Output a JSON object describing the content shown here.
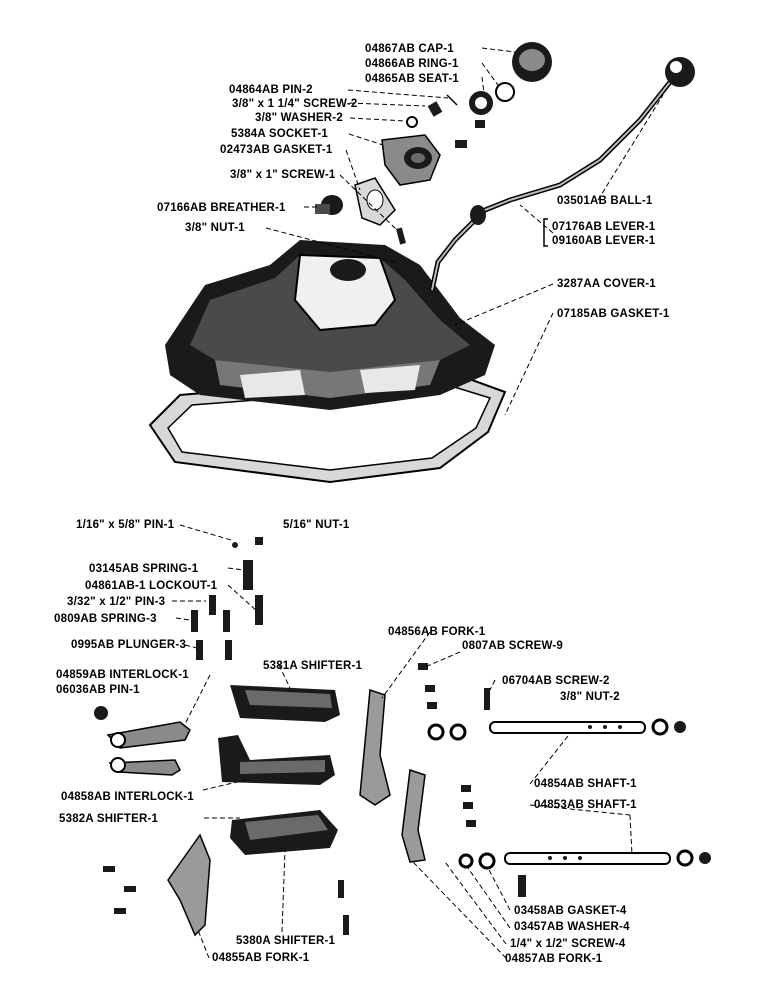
{
  "labels": {
    "cap": "04867AB CAP-1",
    "ring": "04866AB RING-1",
    "seat": "04865AB SEAT-1",
    "pin2": "04864AB PIN-2",
    "screw_3_8x1_1_4": "3/8\" x 1 1/4\" SCREW-2",
    "washer_3_8": "3/8\" WASHER-2",
    "socket": "5384A SOCKET-1",
    "gasket_socket": "02473AB GASKET-1",
    "screw_3_8x1": "3/8\" x 1\" SCREW-1",
    "breather": "07166AB BREATHER-1",
    "nut_3_8": "3/8\" NUT-1",
    "ball": "03501AB BALL-1",
    "lever_a": "07176AB LEVER-1",
    "lever_b": "09160AB LEVER-1",
    "cover": "3287AA COVER-1",
    "gasket_cover": "07185AB GASKET-1",
    "pin_1_16x5_8": "1/16\" x 5/8\" PIN-1",
    "nut_5_16": "5/16\" NUT-1",
    "spring_1": "03145AB SPRING-1",
    "lockout": "04861AB-1 LOCKOUT-1",
    "pin_3_32x1_2": "3/32\" x 1/2\" PIN-3",
    "spring_3": "0809AB SPRING-3",
    "plunger": "0995AB PLUNGER-3",
    "interlock_a": "04859AB INTERLOCK-1",
    "pin_06036": "06036AB PIN-1",
    "shifter_5381": "5381A SHIFTER-1",
    "fork_04856": "04856AB FORK-1",
    "screw_0807": "0807AB SCREW-9",
    "screw_06704": "06704AB SCREW-2",
    "nut_3_8_2": "3/8\" NUT-2",
    "interlock_b": "04858AB INTERLOCK-1",
    "shifter_5382": "5382A SHIFTER-1",
    "shaft_04854": "04854AB SHAFT-1",
    "shaft_04853": "04853AB SHAFT-1",
    "gasket_4": "03458AB GASKET-4",
    "washer_4": "03457AB WASHER-4",
    "screw_1_4x1_2": "1/4\" x 1/2\" SCREW-4",
    "shifter_5380": "5380A SHIFTER-1",
    "fork_04855": "04855AB FORK-1",
    "fork_04857": "04857AB FORK-1"
  }
}
